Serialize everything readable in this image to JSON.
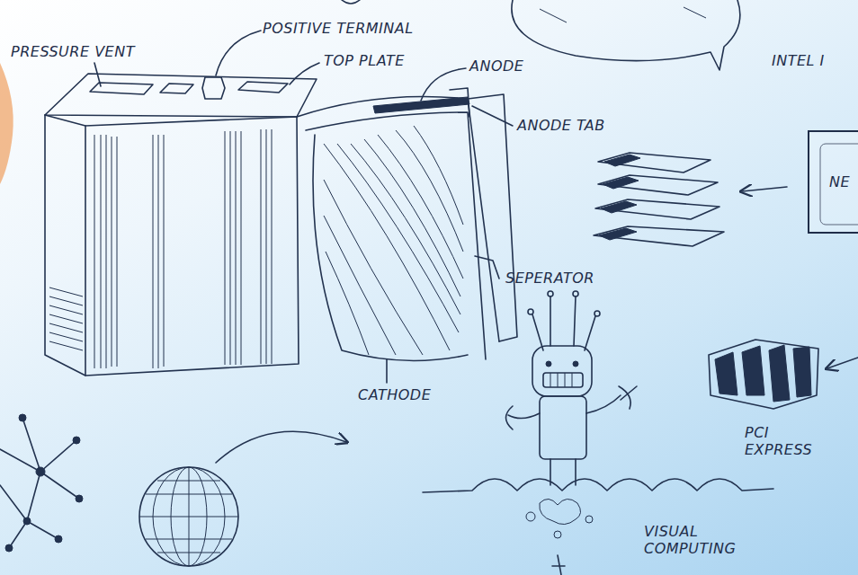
{
  "diagram": {
    "nodes": [
      {
        "text": [
          "NE"
        ]
      }
    ],
    "labels": [
      "PRESSURE VENT",
      "POSITIVE TERMINAL",
      "TOP PLATE",
      "ANODE",
      "INTEL I",
      "ANODE TAB",
      "SEPERATOR",
      "CATHODE",
      "PCI EXPRESS",
      "VISUAL COMPUTING"
    ]
  }
}
